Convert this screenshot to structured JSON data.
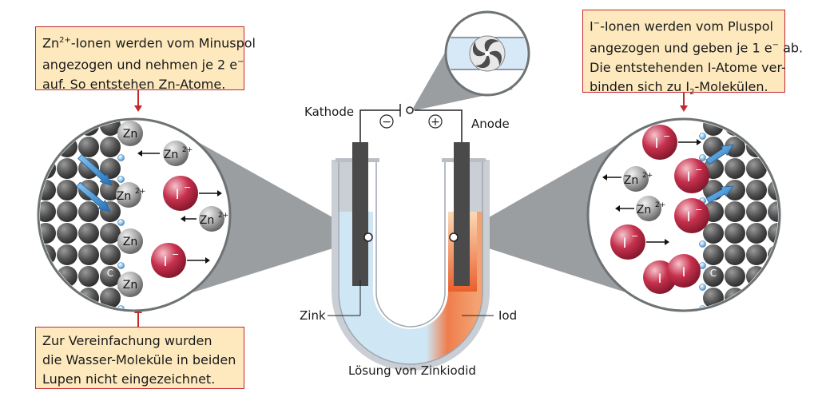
{
  "boxes": {
    "top_left": {
      "line1_ion": "Zn",
      "line1_charge": "2+",
      "line1_text": "-Ionen werden vom Minuspol",
      "line2": "angezogen und nehmen je 2 e",
      "line2_sup": "−",
      "line3": "auf. So entstehen Zn-Atome."
    },
    "bottom_left": {
      "line1": "Zur Vereinfachung wurden",
      "line2": "die Wasser-Moleküle in beiden",
      "line3": "Lupen nicht eingezeichnet."
    },
    "top_right": {
      "line1_ion": "I",
      "line1_charge": "−",
      "line1_text": "-Ionen werden vom Pluspol",
      "line2_a": "angezogen und geben je 1 e",
      "line2_sup": "−",
      "line2_b": " ab.",
      "line3": "Die entstehenden I-Atome ver-",
      "line4_a": "binden sich zu I",
      "line4_sub": "2",
      "line4_b": "-Molekülen."
    }
  },
  "labels": {
    "kathode": "Kathode",
    "anode": "Anode",
    "zink": "Zink",
    "iod": "Iod",
    "solution": "Lösung von Zinkiodid",
    "minus": "−",
    "plus": "+"
  },
  "particles": {
    "zn": "Zn",
    "zn_ion": "Zn",
    "zn_charge": "2+",
    "i_ion": "I",
    "i_charge": "−",
    "i_atom": "I",
    "carbon": "C"
  },
  "colors": {
    "box_fill": "#fde9bd",
    "box_border": "#c3282f",
    "iodide": "#c7304d",
    "zinc": "#9e9e9e",
    "electrode": "#4a4a4a",
    "solution": "#cfe6f4",
    "iodine_solution": "#e7683a",
    "arrow_blue": "#2a7fc8"
  }
}
